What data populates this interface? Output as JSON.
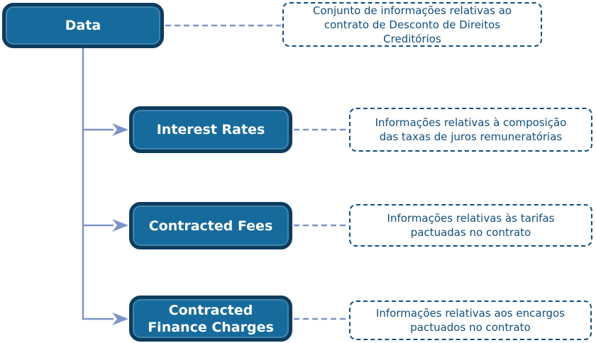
{
  "colors": {
    "node_fill": "#176b9c",
    "node_border": "#0d3c5f",
    "note_color": "#124e7b",
    "connector": "#7d93c8"
  },
  "diagram": {
    "root": {
      "label": "Data",
      "note": "Conjunto de informações relativas ao\ncontrato de Desconto de Direitos\nCreditórios"
    },
    "children": [
      {
        "label": "Interest Rates",
        "note": "Informações relativas à composição\ndas taxas de juros remuneratórias"
      },
      {
        "label": "Contracted Fees",
        "note": "Informações relativas às tarifas\npactuadas no contrato"
      },
      {
        "label": "Contracted Finance Charges",
        "note": "Informações relativas aos encargos\npactuados no contrato"
      }
    ]
  }
}
